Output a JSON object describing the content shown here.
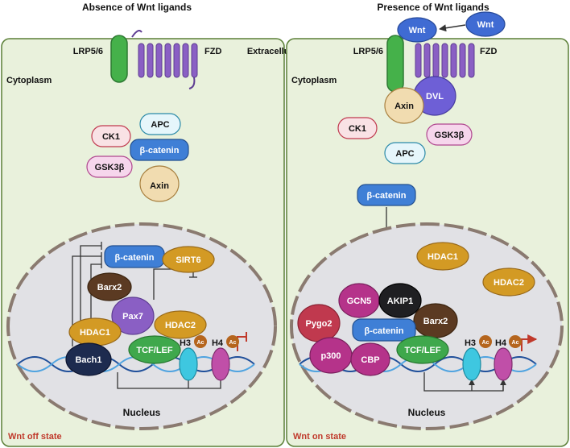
{
  "colors": {
    "cell_fill": "#e9f1dc",
    "cell_border": "#5a7f36",
    "nucleus_fill": "#e1e1e5",
    "membrane_dash": "#8a7a70",
    "receptor_green": "#45b14a",
    "fzd_purple": "#8a5fc4",
    "wnt_blue": "#3f6bd3",
    "beta_catenin": "#3f7fd6",
    "gold": "#d39a24",
    "state_label_red": "#c0392b"
  },
  "left_panel": {
    "title": "Absence of Wnt ligands",
    "lrp": "LRP5/6",
    "fzd": "FZD",
    "compartment": "Cytoplasm",
    "destruction_complex": {
      "ck1": "CK1",
      "apc": "APC",
      "beta_catenin": "β-catenin",
      "gsk3b": "GSK3β",
      "axin": "Axin"
    },
    "nucleus": {
      "beta_catenin": "β-catenin",
      "sirt6": "SIRT6",
      "barx2": "Barx2",
      "pax7": "Pax7",
      "hdac1": "HDAC1",
      "hdac2": "HDAC2",
      "bach1": "Bach1",
      "tcf_lef": "TCF/LEF",
      "h3": "H3",
      "h4": "H4",
      "ac": "Ac",
      "label": "Nucleus"
    },
    "state": "Wnt off state"
  },
  "middle_label": "Extracellular space",
  "right_panel": {
    "title": "Presence of Wnt ligands",
    "wnt_bound": "Wnt",
    "wnt_free": "Wnt",
    "lrp": "LRP5/6",
    "fzd": "FZD",
    "compartment": "Cytoplasm",
    "complex": {
      "axin": "Axin",
      "dvl": "DVL",
      "ck1": "CK1",
      "gsk3b": "GSK3β",
      "apc": "APC",
      "beta_catenin": "β-catenin"
    },
    "nucleus": {
      "hdac1": "HDAC1",
      "hdac2": "HDAC2",
      "gcn5": "GCN5",
      "akip1": "AKIP1",
      "pygo2": "Pygo2",
      "beta_catenin": "β-catenin",
      "barx2": "Barx2",
      "p300": "p300",
      "cbp": "CBP",
      "tcf_lef": "TCF/LEF",
      "h3": "H3",
      "h4": "H4",
      "ac": "Ac",
      "label": "Nucleus"
    },
    "state": "Wnt on state"
  }
}
